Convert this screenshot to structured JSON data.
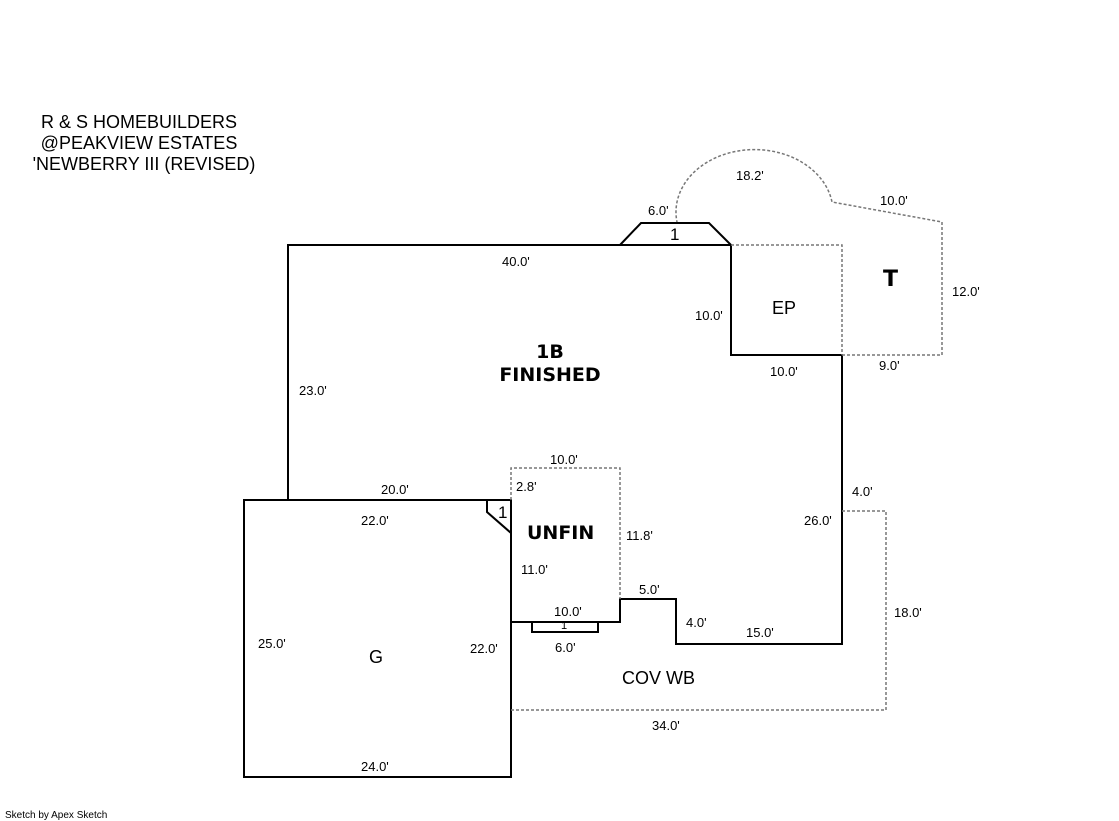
{
  "title_lines": [
    "R & S HOMEBUILDERS",
    "@PEAKVIEW ESTATES",
    "'NEWBERRY III (REVISED)"
  ],
  "areas": {
    "main_line1": "1B",
    "main_line2": "FINISHED",
    "unfin": "UNFIN",
    "ep": "EP",
    "t": "T",
    "g": "G",
    "cov": "COV WB"
  },
  "markers": {
    "bay": "1",
    "fireplace": "1",
    "bump": "1"
  },
  "dims": {
    "bay_top": "6.0'",
    "arc": "18.2'",
    "t_top": "10.0'",
    "t_right": "12.0'",
    "t_bottom": "9.0'",
    "main_top": "40.0'",
    "ep_left": "10.0'",
    "ep_bottom": "10.0'",
    "main_left": "23.0'",
    "unfin_top": "10.0'",
    "unfin_angle": "2.8'",
    "unfin_right": "11.8'",
    "unfin_left": "11.0'",
    "unfin_bottom": "10.0'",
    "bump": "6.0'",
    "step_top": "5.0'",
    "step_side": "4.0'",
    "main_bottom": "15.0'",
    "main_right": "26.0'",
    "cov_top": "4.0'",
    "cov_right": "18.0'",
    "cov_bottom": "34.0'",
    "garage_wall_top": "20.0'",
    "garage_top": "22.0'",
    "garage_left": "25.0'",
    "garage_right": "22.0'",
    "garage_bottom": "24.0'"
  },
  "footer": "Sketch by Apex Sketch"
}
